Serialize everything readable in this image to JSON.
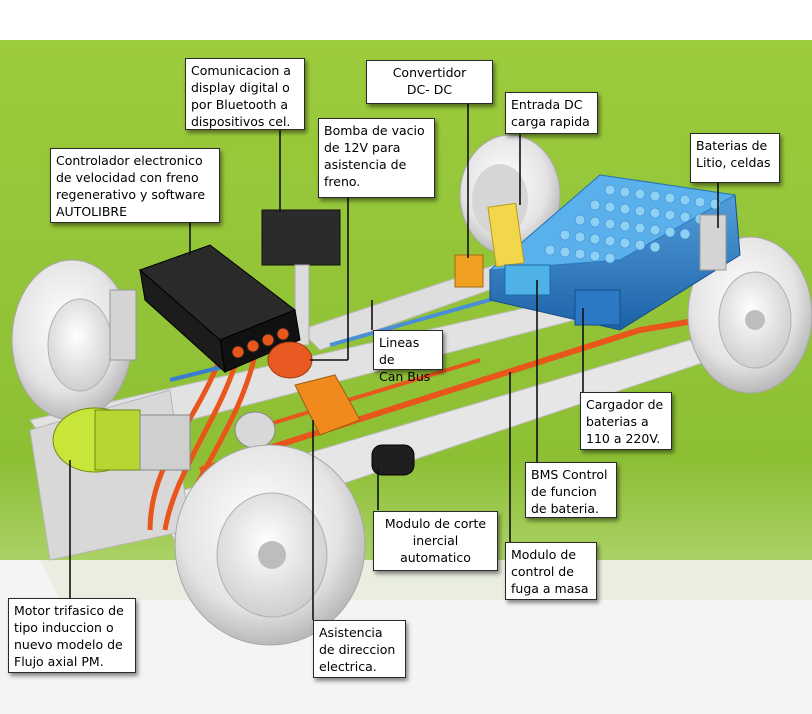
{
  "colors": {
    "background_green": "#93c43a",
    "floor_gray": "#e6e6e6",
    "battery_blue": "#2f86c8",
    "cable_orange": "#e8561c",
    "motor_yellow_green": "#c8e63a",
    "controller_black": "#1b1b1b",
    "converter_orange": "#f08a1c"
  },
  "labels": {
    "comunicacion": "Comunicacion a\ndisplay digital o\npor Bluetooth a\ndispositivos cel.",
    "convertidor": "Convertidor\nDC- DC",
    "entrada_dc": "Entrada DC\ncarga rapida",
    "bomba_vacio": "Bomba de vacio\nde 12V para\nasistencia de\nfreno.",
    "controlador": "Controlador electronico\nde velocidad con freno\nregenerativo y software\nAUTOLIBRE",
    "baterias_litio": "Baterias de\nLitio, celdas",
    "lineas_can": "Lineas de\nCan Bus",
    "cargador": "Cargador de\nbaterias a\n110 a 220V.",
    "bms": "BMS Control\nde funcion\nde bateria.",
    "modulo_corte": "Modulo de corte\ninercial\nautomatico",
    "modulo_fuga": "Modulo de\ncontrol de\nfuga a masa",
    "motor": "Motor trifasico de\ntipo induccion o\nnuevo modelo de\nFlujo axial PM.",
    "asistencia_direccion": "Asistencia\nde direccion\nelectrica."
  }
}
